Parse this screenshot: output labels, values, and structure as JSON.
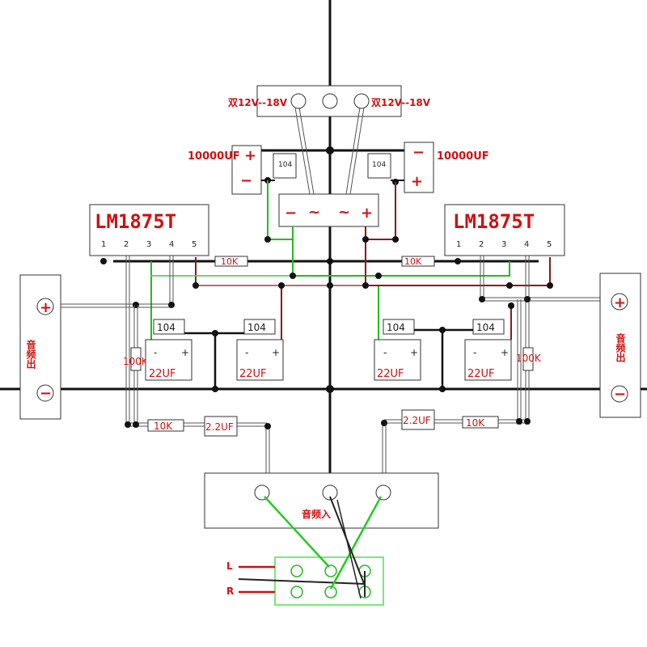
{
  "power": {
    "transformer_label_left": "双12V--18V",
    "transformer_label_right": "双12V--18V",
    "cap_left_value": "10000UF",
    "cap_right_value": "10000UF",
    "cap_plus": "+",
    "cap_minus": "−",
    "small_cap": "104",
    "bridge_minus": "−",
    "bridge_ac1": "~",
    "bridge_ac2": "~",
    "bridge_plus": "+"
  },
  "chips": {
    "left_name": "LM1875T",
    "right_name": "LM1875T",
    "pins": [
      "1",
      "2",
      "3",
      "4",
      "5"
    ]
  },
  "components": {
    "r10k": "10K",
    "r100k": "100K",
    "c22uf": "22UF",
    "c104": "104",
    "c2_2uf": "2.2UF",
    "plus": "+",
    "minus": "-"
  },
  "output": {
    "left_label": "音频出",
    "right_label": "音频出",
    "plus": "+",
    "minus": "−"
  },
  "input": {
    "label": "音频入",
    "L": "L",
    "R": "R"
  },
  "colors": {
    "red": "#d01010",
    "green": "#22bb22",
    "darkred": "#8b1a1a",
    "black": "#111111"
  }
}
